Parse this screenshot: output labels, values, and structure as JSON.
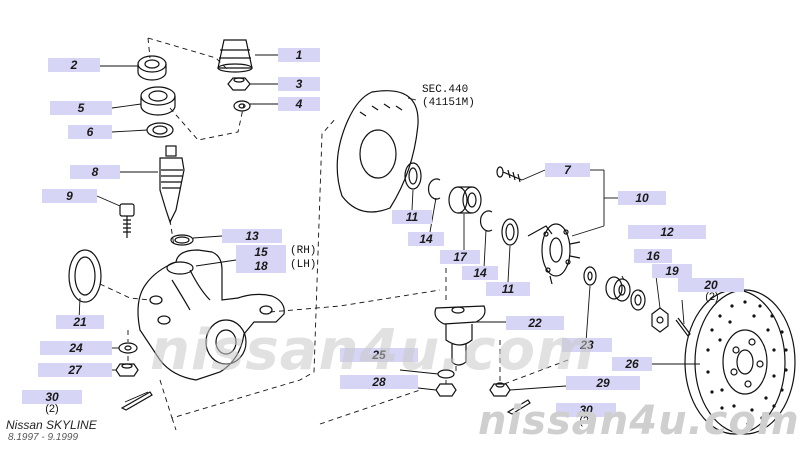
{
  "diagram": {
    "callouts": {
      "c1": "1",
      "c2": "2",
      "c3": "3",
      "c4": "4",
      "c5": "5",
      "c6": "6",
      "c7": "7",
      "c8": "8",
      "c9": "9",
      "c10": "10",
      "c11a": "11",
      "c11b": "11",
      "c12": "12",
      "c13": "13",
      "c14a": "14",
      "c14b": "14",
      "c15": "15",
      "c16": "16",
      "c17": "17",
      "c18": "18",
      "c19": "19",
      "c20": "20",
      "c21": "21",
      "c22": "22",
      "c23": "23",
      "c24": "24",
      "c25": "25",
      "c26": "26",
      "c27": "27",
      "c28": "28",
      "c29": "29",
      "c30a": "30",
      "c30b": "30"
    },
    "quantities": {
      "q20": "(2)",
      "q30a": "(2)",
      "q30b": "(2)"
    },
    "side_labels": {
      "rh": "(RH)",
      "lh": "(LH)"
    },
    "section_ref": {
      "line1": "SEC.440",
      "line2": "(41151M)"
    },
    "watermark_center": "nissan4u.com",
    "watermark_right": "nissan4u.com",
    "footer": {
      "model": "Nissan SKYLINE",
      "dates": "8.1997 - 9.1999"
    }
  }
}
